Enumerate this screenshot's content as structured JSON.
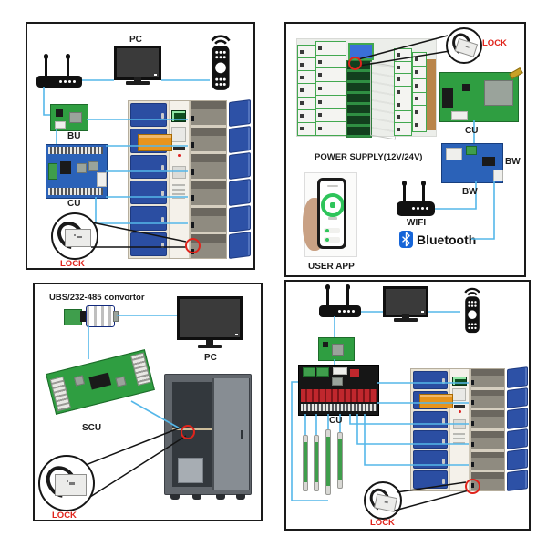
{
  "panel1": {
    "pc_label": "PC",
    "bu_label": "BU",
    "cu_label": "CU",
    "lock_label": "LOCK"
  },
  "panel2": {
    "lock_label": "LOCK",
    "cu_label": "CU",
    "bw_board_label": "BW",
    "power_supply_label": "POWER SUPPLY(12V/24V)",
    "wifi_label": "WIFI",
    "bw_wifi_label": "BW",
    "bluetooth_label": "Bluetooth",
    "user_app_label": "USER APP"
  },
  "panel3": {
    "convertor_label": "UBS/232-485 convortor",
    "pc_label": "PC",
    "scu_label": "SCU",
    "lock_label": "LOCK"
  },
  "panel4": {
    "cu_label": "CU",
    "lock_label": "LOCK"
  },
  "colors": {
    "wire_blue": "#55b7e9",
    "lock_red": "#e0241c",
    "locker_door_blue": "#2b4ea2",
    "pcb_green": "#2f9e41",
    "pcb_blue": "#2b62b8",
    "bluetooth_blue": "#1665d8"
  }
}
